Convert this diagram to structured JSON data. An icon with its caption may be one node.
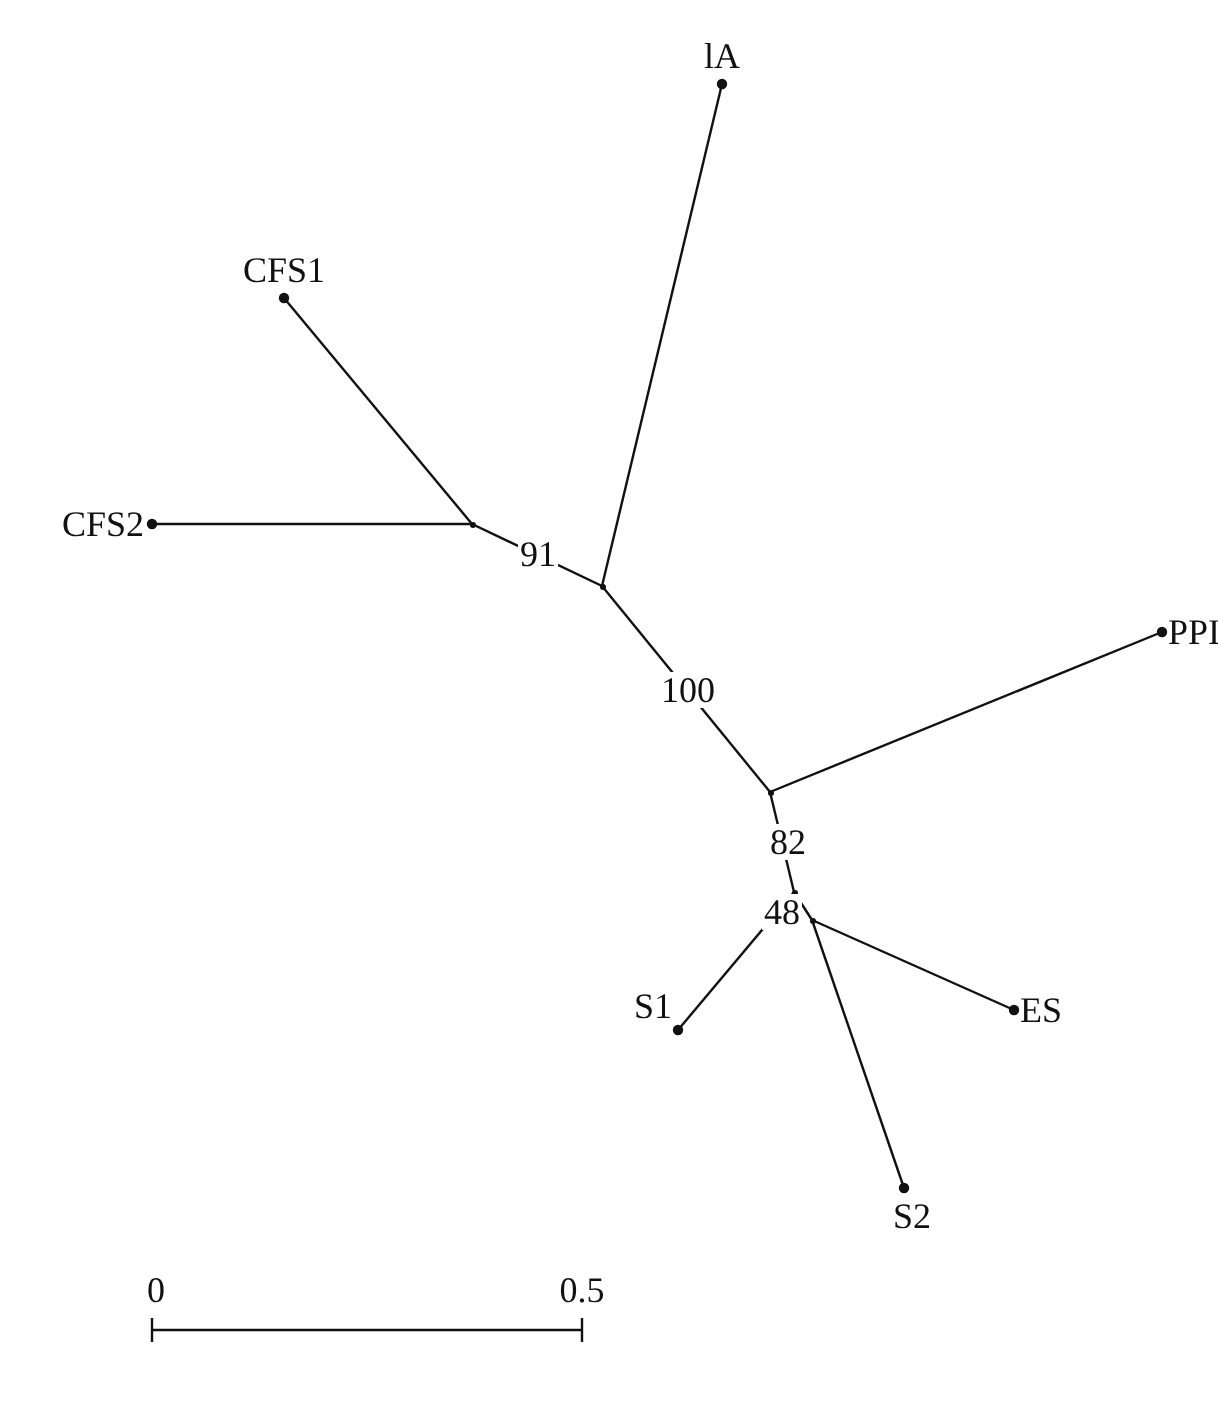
{
  "diagram": {
    "nodes": [
      {
        "text": [
          "lA"
        ]
      },
      {
        "text": [
          "CFS1"
        ]
      },
      {
        "text": [
          "CFS2"
        ]
      },
      {
        "text": [],
        "shape": "point"
      },
      {
        "text": [],
        "shape": "point"
      },
      {
        "text": [
          "PPI"
        ]
      },
      {
        "text": [],
        "shape": "point"
      },
      {
        "text": [],
        "shape": "point"
      },
      {
        "text": [],
        "shape": "point"
      },
      {
        "text": [
          "ES"
        ]
      },
      {
        "text": [
          "S1"
        ]
      },
      {
        "text": [
          "S2"
        ]
      }
    ],
    "edges": [
      {
        "from": 3,
        "to": 1,
        "arrow": "other"
      },
      {
        "from": 3,
        "to": 2,
        "arrow": "other"
      },
      {
        "from": 4,
        "to": 3,
        "arrow": "none",
        "label": "91"
      },
      {
        "from": 4,
        "to": 0,
        "arrow": "other"
      },
      {
        "from": 4,
        "to": 6,
        "arrow": "none",
        "label": "100"
      },
      {
        "from": 6,
        "to": 5,
        "arrow": "other"
      },
      {
        "from": 6,
        "to": 7,
        "arrow": "none",
        "label": "82"
      },
      {
        "from": 7,
        "to": 10,
        "arrow": "other"
      },
      {
        "from": 7,
        "to": 8,
        "arrow": "none",
        "label": "48"
      },
      {
        "from": 8,
        "to": 9,
        "arrow": "other"
      },
      {
        "from": 8,
        "to": 11,
        "arrow": "other"
      }
    ],
    "labels": [
      "0",
      "0.5"
    ]
  }
}
